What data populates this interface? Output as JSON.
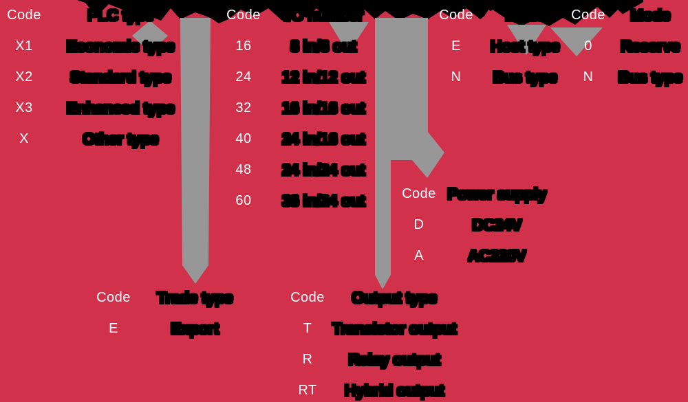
{
  "colors": {
    "background": "#d2314b",
    "arrow_gray": "#979797",
    "title_black": "#000000",
    "code_text": "#ffffff",
    "value_text": "#000000"
  },
  "title": {
    "note_label": ""
  },
  "tables": {
    "plc_type": {
      "code_header": "Code",
      "value_header": "PLC type",
      "rows": [
        [
          "X1",
          "Economic type"
        ],
        [
          "X2",
          "Standard type"
        ],
        [
          "X3",
          "Enhanced type"
        ],
        [
          "X",
          "Other type"
        ]
      ]
    },
    "io_number": {
      "code_header": "Code",
      "value_header": "I/O number",
      "rows": [
        [
          "16",
          "8 in/8 out"
        ],
        [
          "24",
          "12 in/12 out"
        ],
        [
          "32",
          "16 in/16 out"
        ],
        [
          "40",
          "24 in/16 out"
        ],
        [
          "48",
          "24 in/24 out"
        ],
        [
          "60",
          "36 in/24 out"
        ]
      ]
    },
    "mode_left": {
      "code_header": "Code",
      "value_header": "Mode",
      "rows": [
        [
          "E",
          "Host type"
        ],
        [
          "N",
          "Bus type"
        ]
      ]
    },
    "mode_right": {
      "code_header": "Code",
      "value_header": "Mode",
      "rows": [
        [
          "0",
          "Reserve"
        ],
        [
          "N",
          "Bus type"
        ]
      ]
    },
    "power_supply": {
      "code_header": "Code",
      "value_header": "Power supply",
      "rows": [
        [
          "D",
          "DC24V"
        ],
        [
          "A",
          "AC220V"
        ]
      ]
    },
    "trade_type": {
      "code_header": "Code",
      "value_header": "Trade type",
      "rows": [
        [
          "E",
          "Export"
        ]
      ]
    },
    "output_type": {
      "code_header": "Code",
      "value_header": "Output type",
      "rows": [
        [
          "T",
          "Transistor output"
        ],
        [
          "R",
          "Relay output"
        ],
        [
          "RT",
          "Hybrid output"
        ]
      ]
    }
  }
}
